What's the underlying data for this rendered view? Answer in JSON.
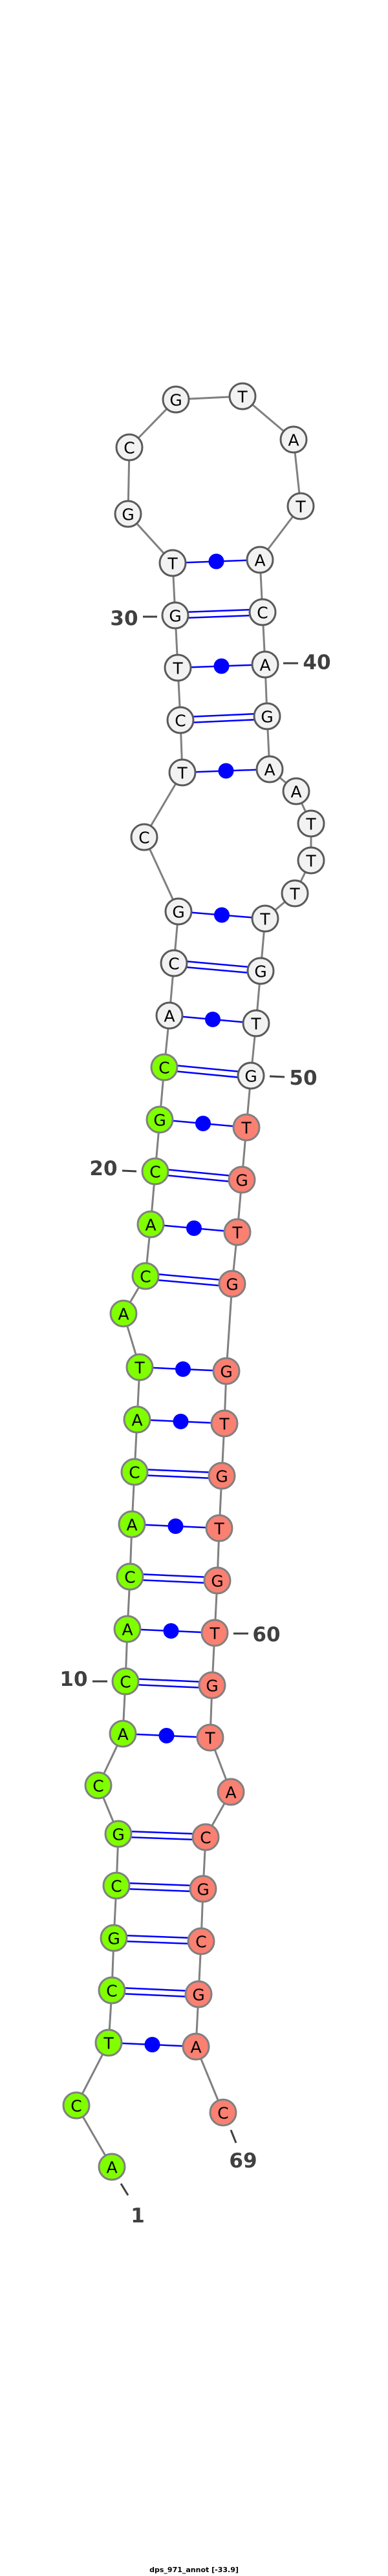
{
  "title": "dps_971_annot [-33.9]",
  "sequence": [
    "A",
    "C",
    "T",
    "C",
    "G",
    "C",
    "G",
    "C",
    "A",
    "C",
    "A",
    "C",
    "A",
    "C",
    "A",
    "T",
    "A",
    "C",
    "A",
    "C",
    "G",
    "C",
    "A",
    "C",
    "G",
    "C",
    "T",
    "C",
    "T",
    "G",
    "T",
    "G",
    "C",
    "G",
    "T",
    "A",
    "T",
    "A",
    "C",
    "A",
    "G",
    "A",
    "A",
    "T",
    "T",
    "T",
    "T",
    "G",
    "T",
    "G",
    "T",
    "G",
    "T",
    "G",
    "G",
    "T",
    "G",
    "T",
    "G",
    "T",
    "G",
    "T",
    "A",
    "C",
    "G",
    "C",
    "G",
    "A",
    "C"
  ],
  "pairs": [
    [
      3,
      68
    ],
    [
      4,
      67
    ],
    [
      5,
      66
    ],
    [
      6,
      65
    ],
    [
      7,
      64
    ],
    [
      9,
      62
    ],
    [
      10,
      61
    ],
    [
      11,
      60
    ],
    [
      12,
      59
    ],
    [
      13,
      58
    ],
    [
      14,
      57
    ],
    [
      15,
      56
    ],
    [
      16,
      55
    ],
    [
      18,
      54
    ],
    [
      19,
      53
    ],
    [
      20,
      52
    ],
    [
      21,
      51
    ],
    [
      22,
      50
    ],
    [
      23,
      49
    ],
    [
      24,
      48
    ],
    [
      25,
      47
    ],
    [
      27,
      42
    ],
    [
      28,
      41
    ],
    [
      29,
      40
    ],
    [
      30,
      39
    ],
    [
      31,
      38
    ]
  ],
  "highlights": [
    {
      "from": 1,
      "to": 22,
      "color": "#7fff00"
    },
    {
      "from": 51,
      "to": 69,
      "color": "#fa8072"
    }
  ],
  "default_fill": "#f2f2f2",
  "bond_color": "#0000ff",
  "backbone_color": "#808080",
  "position_labels": [
    {
      "index": 1,
      "text": "1"
    },
    {
      "index": 10,
      "text": "10"
    },
    {
      "index": 20,
      "text": "20"
    },
    {
      "index": 30,
      "text": "30"
    },
    {
      "index": 40,
      "text": "40"
    },
    {
      "index": 50,
      "text": "50"
    },
    {
      "index": 60,
      "text": "60"
    },
    {
      "index": 69,
      "text": "69"
    }
  ]
}
